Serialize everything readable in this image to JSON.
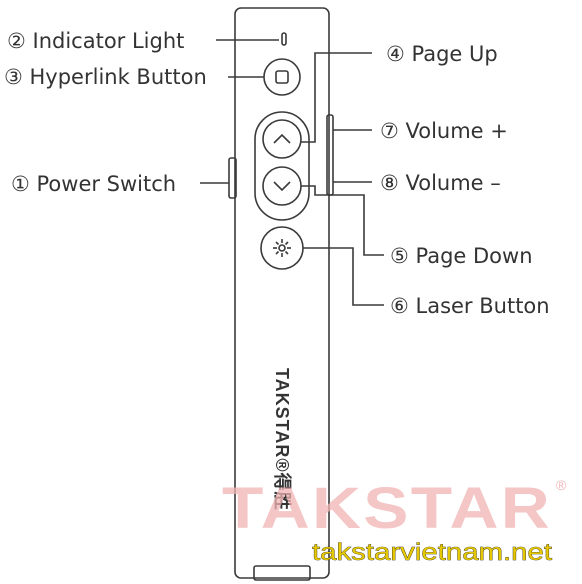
{
  "callouts": {
    "power_switch": "① Power Switch",
    "indicator_light": "② Indicator Light",
    "hyperlink_button": "③ Hyperlink Button",
    "page_up": "④ Page Up",
    "page_down": "⑤ Page Down",
    "laser_button": "⑥ Laser Button",
    "volume_up": "⑦ Volume +",
    "volume_down": "⑧ Volume –"
  },
  "device": {
    "brand_vertical": "TAKSTAR®得胜"
  },
  "watermark": {
    "brand": "TAKSTAR",
    "registered": "®",
    "site": "takstarvietnam.net"
  },
  "colors": {
    "line": "#3a3a3a",
    "watermark": "#f0b3b3",
    "site_text": "#e6c800"
  }
}
